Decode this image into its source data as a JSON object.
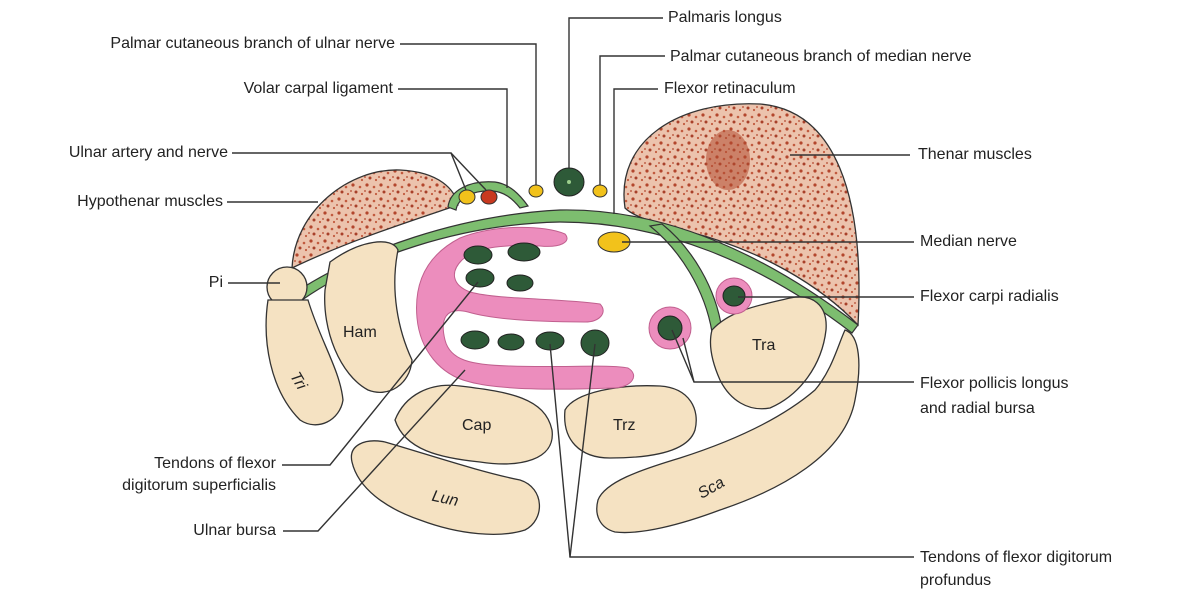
{
  "labels": {
    "palmaris_longus": "Palmaris longus",
    "palmar_cut_ulnar": "Palmar cutaneous branch of ulnar nerve",
    "palmar_cut_median": "Palmar cutaneous branch of median nerve",
    "volar_carpal": "Volar carpal ligament",
    "flexor_retinaculum": "Flexor retinaculum",
    "ulnar_artery_nerve": "Ulnar artery and nerve",
    "thenar": "Thenar muscles",
    "hypothenar": "Hypothenar muscles",
    "median_nerve": "Median nerve",
    "pi": "Pi",
    "fcr": "Flexor carpi radialis",
    "fpl_line1": "Flexor pollicis longus",
    "fpl_line2": "and radial bursa",
    "fds_line1": "Tendons of flexor",
    "fds_line2": "digitorum superficialis",
    "ulnar_bursa": "Ulnar bursa",
    "fdp_line1": "Tendons of flexor digitorum",
    "fdp_line2": "profundus"
  },
  "bones": {
    "ham": "Ham",
    "tri": "Tri",
    "cap": "Cap",
    "trz": "Trz",
    "tra": "Tra",
    "lun": "Lun",
    "sca": "Sca"
  },
  "colors": {
    "bone": "#f5e2c2",
    "muscle": "#e8b9a2",
    "muscle_dot": "#b0432c",
    "retinaculum": "#7dbd6f",
    "tendon": "#2e5a38",
    "bursa": "#ec8dbd",
    "median_nerve": "#f2c21b",
    "ulnar_artery": "#c8391f"
  }
}
